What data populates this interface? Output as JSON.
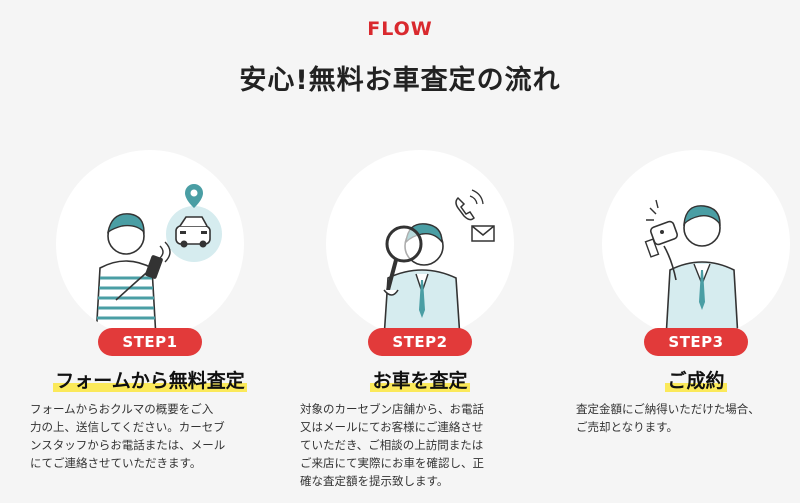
{
  "header": {
    "eyebrow": "FLOW",
    "title": "安心!無料お車査定の流れ"
  },
  "steps": [
    {
      "badge": "STEP1",
      "heading": "フォームから無料査定",
      "description": "フォームからおクルマの概要をご入\n力の上、送信してください。カーセブ\nンスタッフからお電話または、メール\nにてご連絡させていただきます。",
      "illustration": "man-with-phone-and-car-location-icon"
    },
    {
      "badge": "STEP2",
      "heading": "お車を査定",
      "description": "対象のカーセブン店舗から、お電話\n又はメールにてお客様にご連絡させ\nていただき、ご相談の上訪問または\nご来店にて実際にお車を確認し、正\n確な査定額を提示致します。",
      "illustration": "man-with-magnifier-phone-mail-icon"
    },
    {
      "badge": "STEP3",
      "heading": "ご成約",
      "description": "査定金額にご納得いただけた場合、\nご売却となります。",
      "illustration": "man-with-car-key-icon"
    }
  ],
  "colors": {
    "accent_red": "#e23a3a",
    "highlight_yellow": "#fbe95a",
    "teal": "#4a9ea4",
    "background": "#f5f5f5"
  }
}
